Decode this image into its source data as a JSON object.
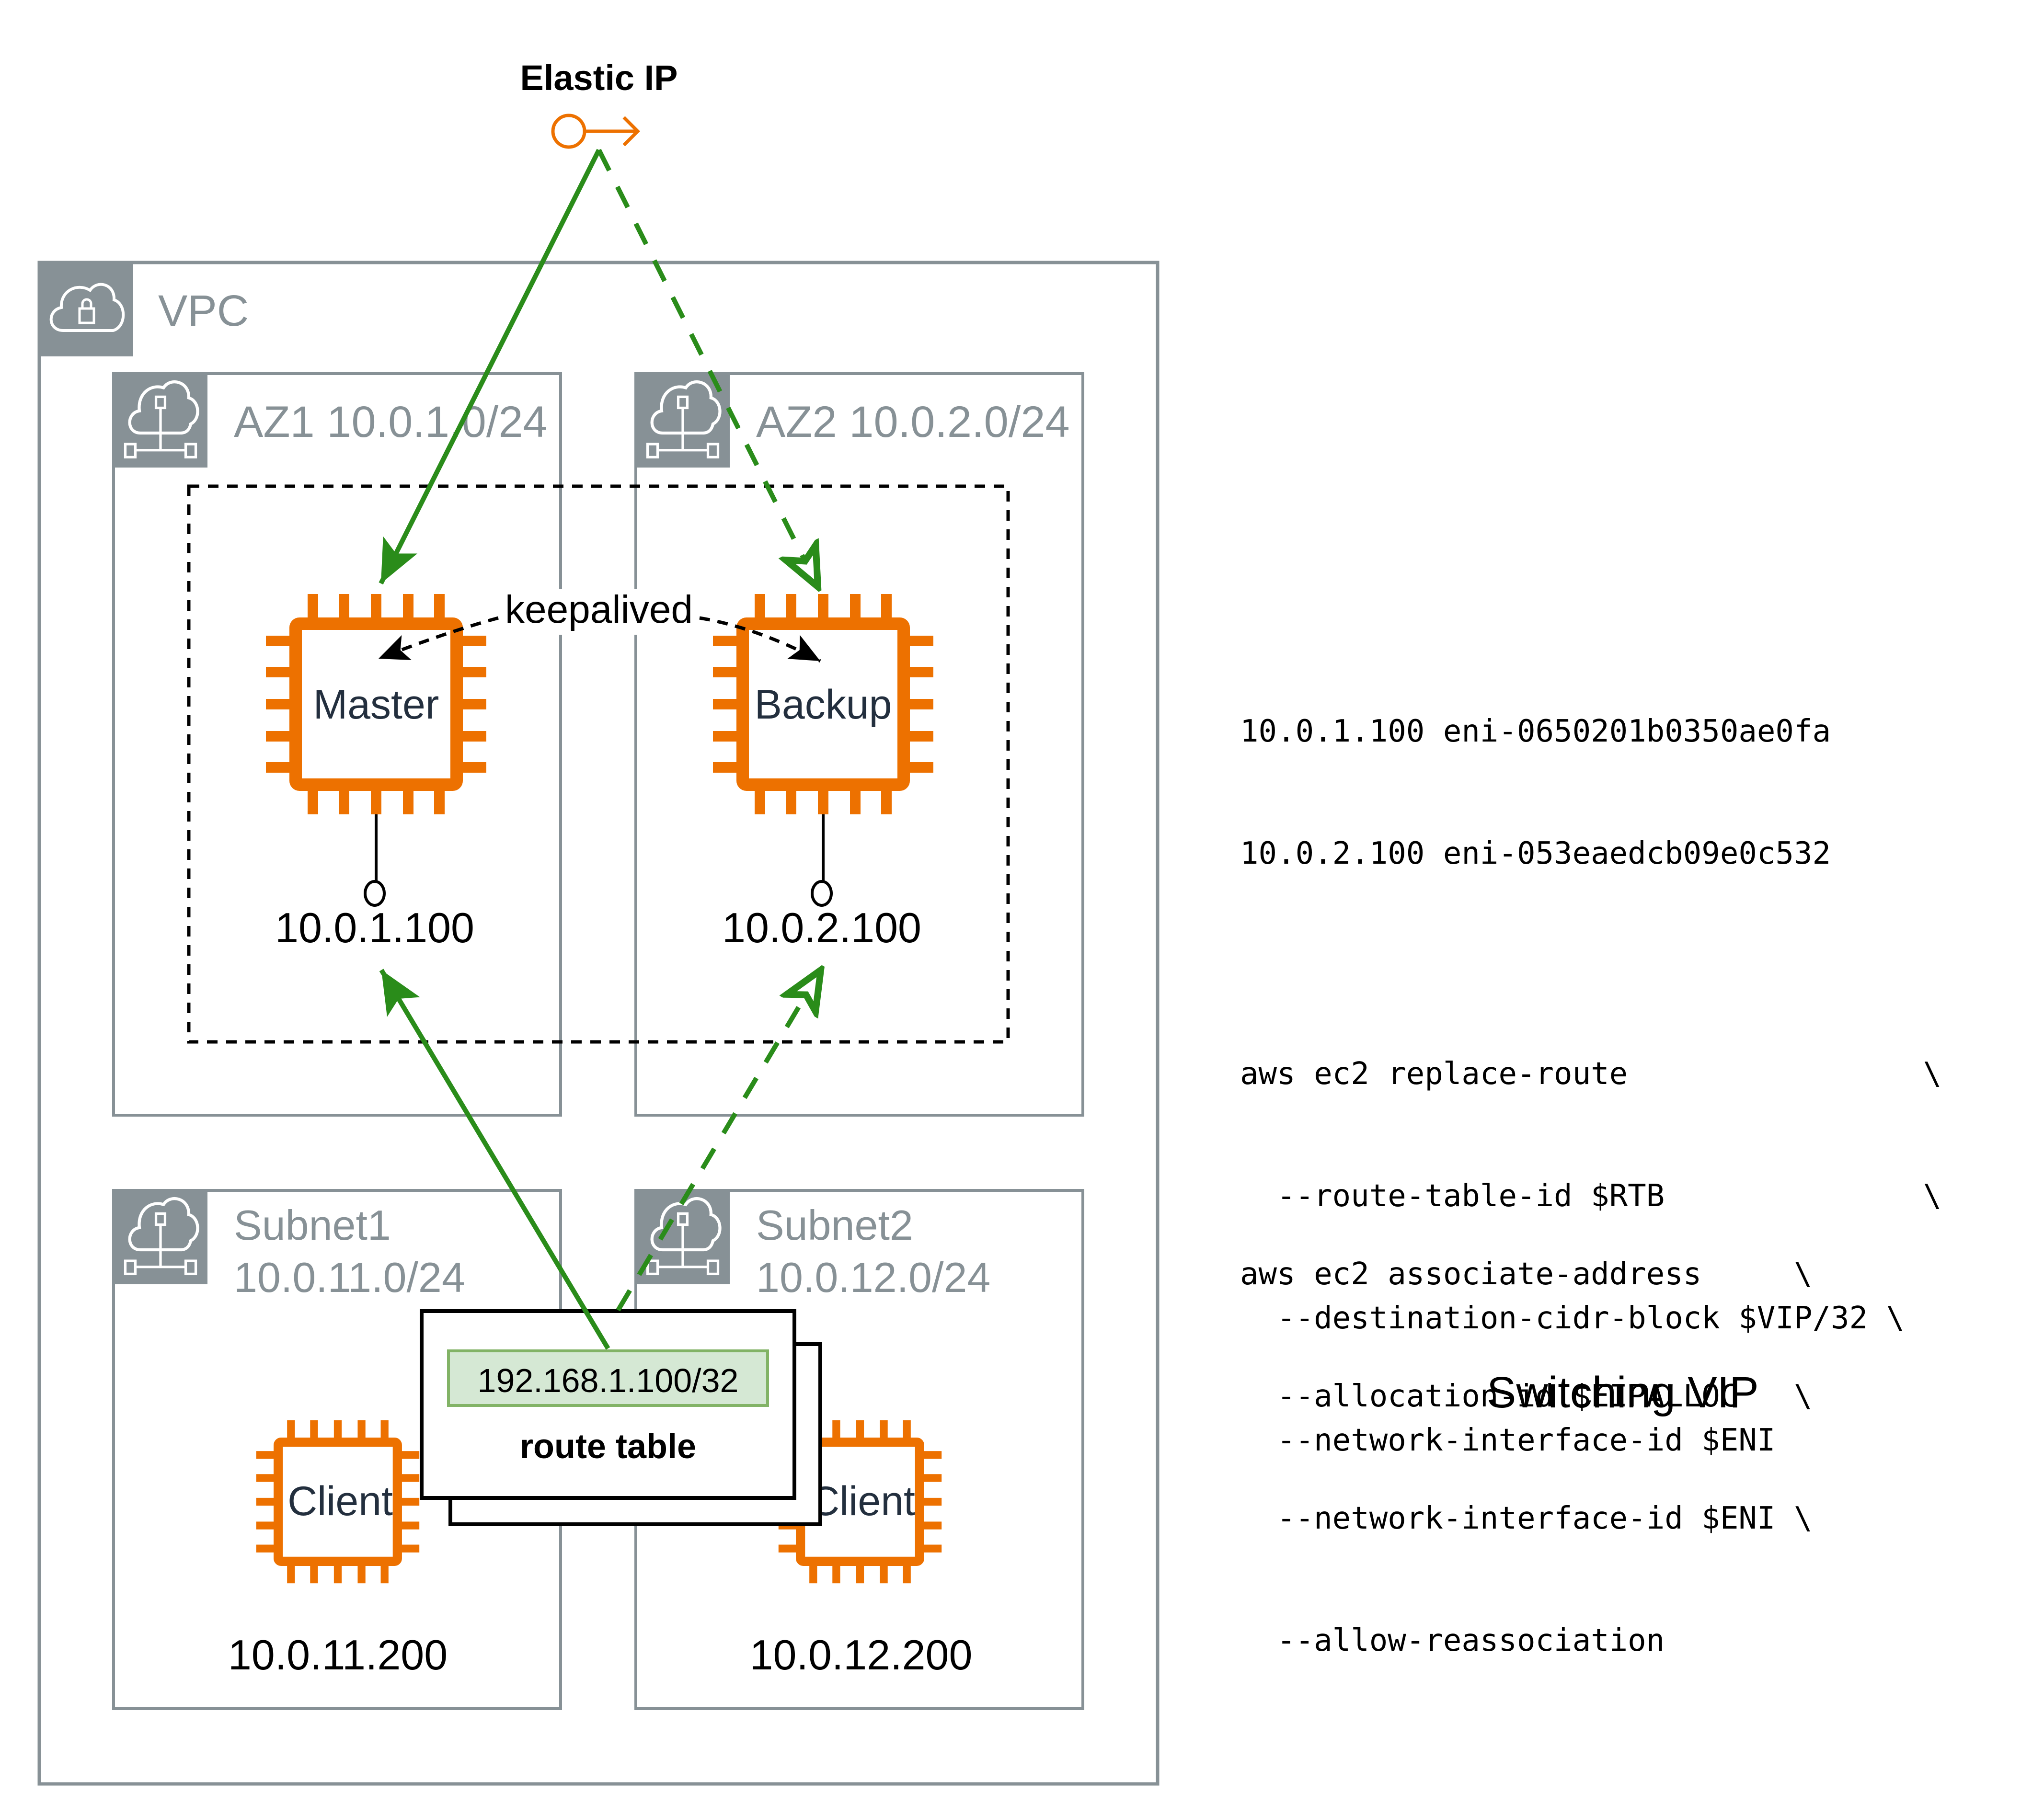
{
  "colors": {
    "group_border": "#879196",
    "chip_orange": "#ed7100",
    "eip_orange": "#ed7100",
    "arrow_green": "#2a8c1a",
    "route_fill": "#d5e8d4",
    "route_border": "#82b366",
    "chip_text": "#232f3e"
  },
  "elastic_ip": {
    "label": "Elastic IP",
    "icon": "elastic-ip-icon"
  },
  "vpc": {
    "label": "VPC",
    "icon": "vpc-cloud-lock-icon"
  },
  "availability_zones": [
    {
      "label": "AZ1 10.0.1.0/24",
      "icon": "subnet-cloud-icon"
    },
    {
      "label": "AZ2 10.0.2.0/24",
      "icon": "subnet-cloud-icon"
    }
  ],
  "subnets": [
    {
      "label_line1": "Subnet1",
      "label_line2": "10.0.11.0/24",
      "icon": "subnet-cloud-icon"
    },
    {
      "label_line1": "Subnet2",
      "label_line2": "10.0.12.0/24",
      "icon": "subnet-cloud-icon"
    }
  ],
  "keepalived": {
    "label": "keepalived"
  },
  "instances": {
    "master": {
      "label": "Master",
      "ip": "10.0.1.100"
    },
    "backup": {
      "label": "Backup",
      "ip": "10.0.2.100"
    },
    "client1": {
      "label": "Client",
      "ip": "10.0.11.200"
    },
    "client2": {
      "label": "Client",
      "ip": "10.0.12.200"
    }
  },
  "route_table": {
    "entry": "192.168.1.100/32",
    "label": "route table"
  },
  "eni_mapping": [
    "10.0.1.100 eni-0650201b0350ae0fa",
    "10.0.2.100 eni-053eaedcb09e0c532"
  ],
  "commands": {
    "replace_route": [
      "aws ec2 replace-route                \\",
      "  --route-table-id $RTB              \\",
      "  --destination-cidr-block $VIP/32 \\",
      "  --network-interface-id $ENI"
    ],
    "associate_address": [
      "aws ec2 associate-address     \\",
      "  --allocation-id $EIPALLOC   \\",
      "  --network-interface-id $ENI \\",
      "  --allow-reassociation"
    ]
  },
  "caption": "Switching VIP"
}
